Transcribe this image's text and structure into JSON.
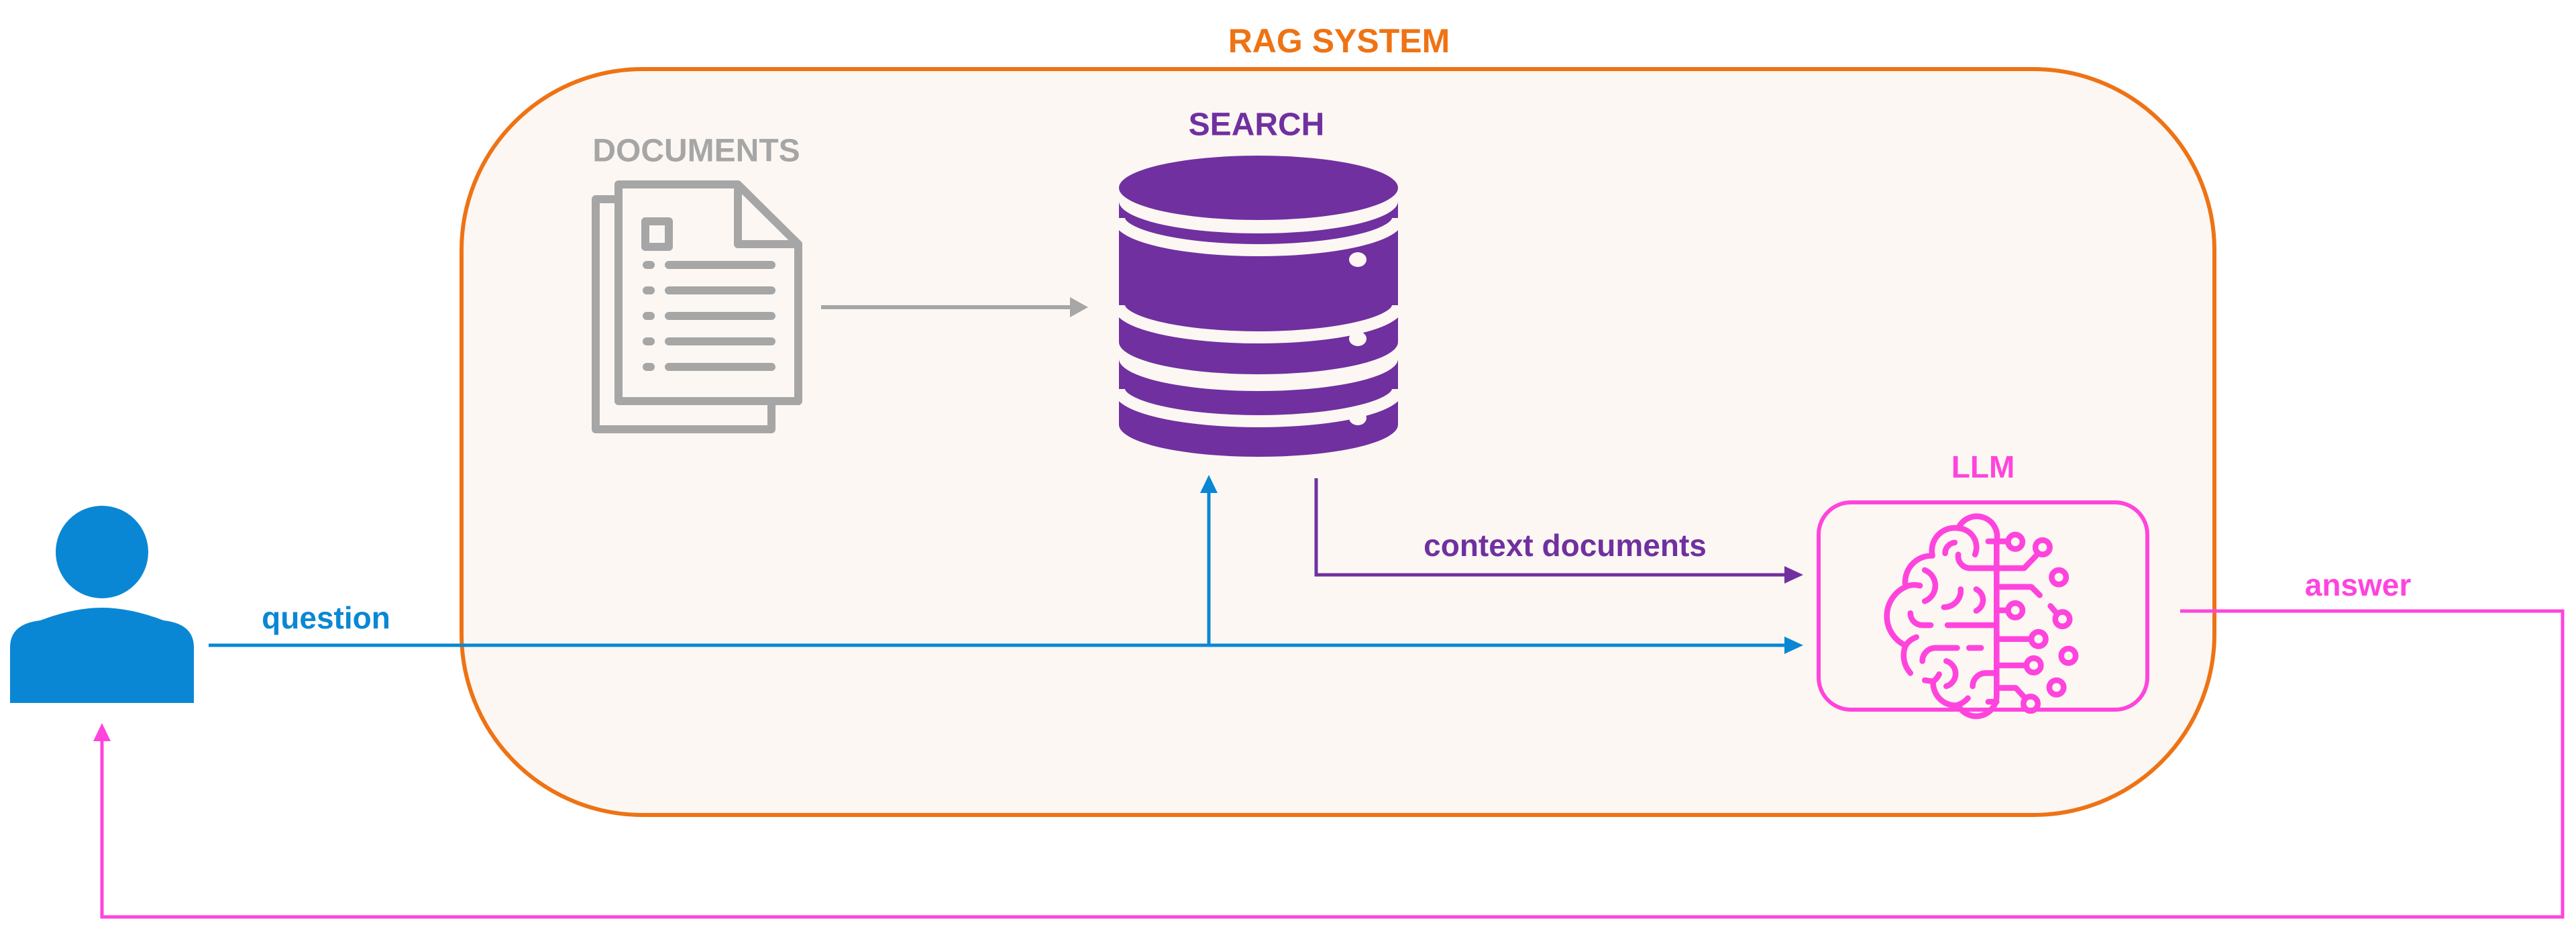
{
  "title": "RAG SYSTEM",
  "nodes": {
    "documents": "DOCUMENTS",
    "search": "SEARCH",
    "llm": "LLM"
  },
  "edges": {
    "question": "question",
    "context": "context documents",
    "answer": "answer"
  },
  "colors": {
    "system": "#ee7314",
    "system_fill": "#fcf7f3",
    "documents": "#a6a6a6",
    "search": "#7030a0",
    "llm": "#ff44dd",
    "user": "#0a87d4"
  },
  "icons": {
    "user": "person-icon",
    "documents": "documents-icon",
    "search": "database-icon",
    "llm": "brain-circuit-icon"
  }
}
